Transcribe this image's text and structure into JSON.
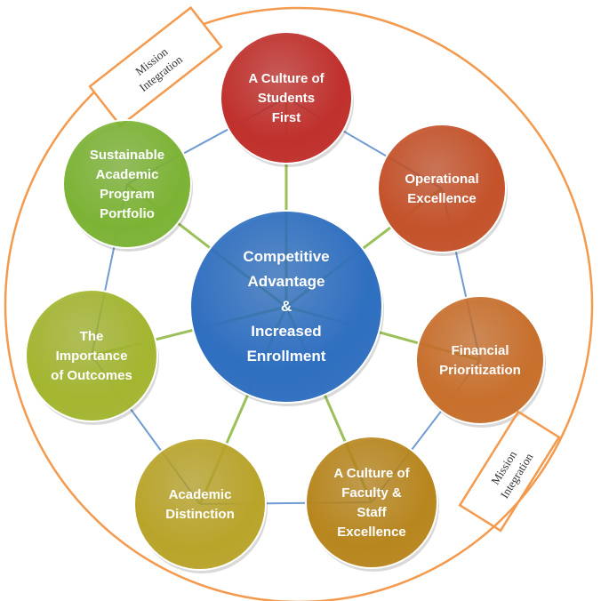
{
  "center": {
    "lines": [
      "Competitive",
      "Advantage",
      "&",
      "Increased",
      "Enrollment"
    ],
    "color": "#2f6fc0"
  },
  "nodes": [
    {
      "id": "students-first",
      "lines": [
        "A Culture of",
        "Students",
        "First"
      ],
      "color": "#c0302c"
    },
    {
      "id": "operational-excellence",
      "lines": [
        "Operational",
        "Excellence"
      ],
      "color": "#c4522a"
    },
    {
      "id": "financial-prioritization",
      "lines": [
        "Financial",
        "Prioritization"
      ],
      "color": "#c86f2c"
    },
    {
      "id": "faculty-staff-excellence",
      "lines": [
        "A Culture of",
        "Faculty &",
        "Staff",
        "Excellence"
      ],
      "color": "#b8861e"
    },
    {
      "id": "academic-distinction",
      "lines": [
        "Academic",
        "Distinction"
      ],
      "color": "#b9a42a"
    },
    {
      "id": "importance-of-outcomes",
      "lines": [
        "The",
        "Importance",
        "of Outcomes"
      ],
      "color": "#a4b530"
    },
    {
      "id": "sustainable-portfolio",
      "lines": [
        "Sustainable",
        "Academic",
        "Program",
        "Portfolio"
      ],
      "color": "#7cb335"
    }
  ],
  "mission_labels": [
    {
      "lines": [
        "Mission",
        "Integration"
      ]
    },
    {
      "lines": [
        "Mission",
        "Integration"
      ]
    }
  ],
  "colors": {
    "outer_ring": "#f39a4e",
    "spoke": "#9bc05a",
    "link": "#6f9bd2"
  }
}
